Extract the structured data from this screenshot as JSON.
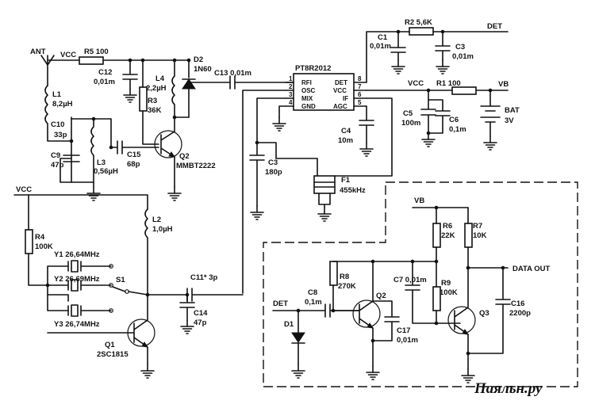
{
  "labels": {
    "ant": "ANT",
    "vcc_top": "VCC",
    "r5": "R5 100",
    "c12": "C12",
    "c12_val": "0,01m",
    "l1": "L1",
    "l1_val": "8,2µH",
    "r3": "R3",
    "r3_val": "36K",
    "l4": "L4",
    "l4_val": "2,2µH",
    "d2": "D2",
    "d2_val": "1N60",
    "c13": "C13 0,01m",
    "c10": "C10",
    "c10_val": "33p",
    "c9": "C9",
    "c9_val": "47p",
    "l3": "L3",
    "l3_val": "0,56µH",
    "c15": "C15",
    "c15_val": "68p",
    "q2": "Q2",
    "q2_val": "MMBT2222",
    "ic": "PT8R2012",
    "pin_rfi": "RFI",
    "pin_osc": "OSC",
    "pin_mix": "MIX",
    "pin_gnd": "GND",
    "pin_det": "DET",
    "pin_vcc": "VCC",
    "pin_if": "IF",
    "pin_agc": "AGC",
    "pin1": "1",
    "pin2": "2",
    "pin3": "3",
    "pin4": "4",
    "pin5": "5",
    "pin6": "6",
    "pin7": "7",
    "pin8": "8",
    "r2": "R2 5,6K",
    "det_top": "DET",
    "c1": "C1",
    "c1_val": "0,01m",
    "c3r": "C3",
    "c3r_val": "0,01m",
    "vcc_right": "VCC",
    "r1": "R1 100",
    "vb_top": "VB",
    "c5": "C5",
    "c5_val": "100m",
    "c6": "C6",
    "c6_val": "0,1m",
    "bat": "BAT",
    "bat_val": "3V",
    "c4": "C4",
    "c4_val": "10m",
    "c3": "C3",
    "c3_val": "180p",
    "f1": "F1",
    "f1_val": "455kHz",
    "vcc_left": "VCC",
    "l2": "L2",
    "l2_val": "1,0µH",
    "r4": "R4",
    "r4_val": "100K",
    "y1": "Y1 26,64MHz",
    "y2": "Y2 26,69MHz",
    "y3": "Y3 26,74MHz",
    "s1": "S1",
    "c11": "C11* 3p",
    "c14": "C14",
    "c14_val": "47p",
    "q1": "Q1",
    "q1_val": "2SC1815",
    "vb_mid": "VB",
    "r6": "R6",
    "r6_val": "22K",
    "r7": "R7",
    "r7_val": "10K",
    "r8": "R8",
    "r8_val": "270K",
    "c7": "C7 0,01m",
    "r9": "R9",
    "r9_val": "100K",
    "data_out": "DATA OUT",
    "c8": "C8",
    "c8_val": "0,1m",
    "det_in": "DET",
    "d1": "D1",
    "q2b": "Q2",
    "c17": "C17",
    "c17_val": "0,01m",
    "q3": "Q3",
    "c16": "C16",
    "c16_val": "2200p",
    "watermark": "Паяльн.ру"
  }
}
